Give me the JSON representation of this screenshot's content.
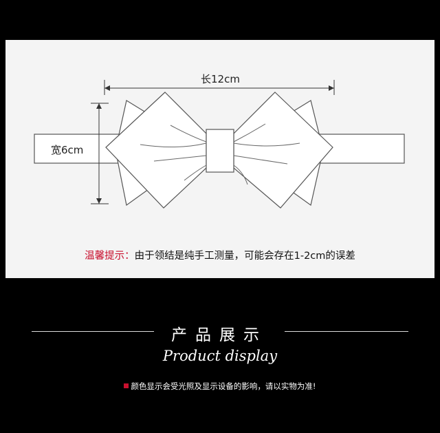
{
  "diagram": {
    "length_label": "长12cm",
    "width_label": "宽6cm"
  },
  "notice": {
    "tag": "温馨提示：",
    "text": "由于领结是纯手工测量，可能会存在1-2cm的误差"
  },
  "section": {
    "title_cn": "产品展示",
    "title_en": "Product display"
  },
  "disclaimer": {
    "text": "颜色显示会受光照及显示设备的影响，请以实物为准!"
  },
  "colors": {
    "background": "#000000",
    "panel": "#f4f4f4",
    "accent_red": "#c8102e",
    "outline": "#555555"
  }
}
